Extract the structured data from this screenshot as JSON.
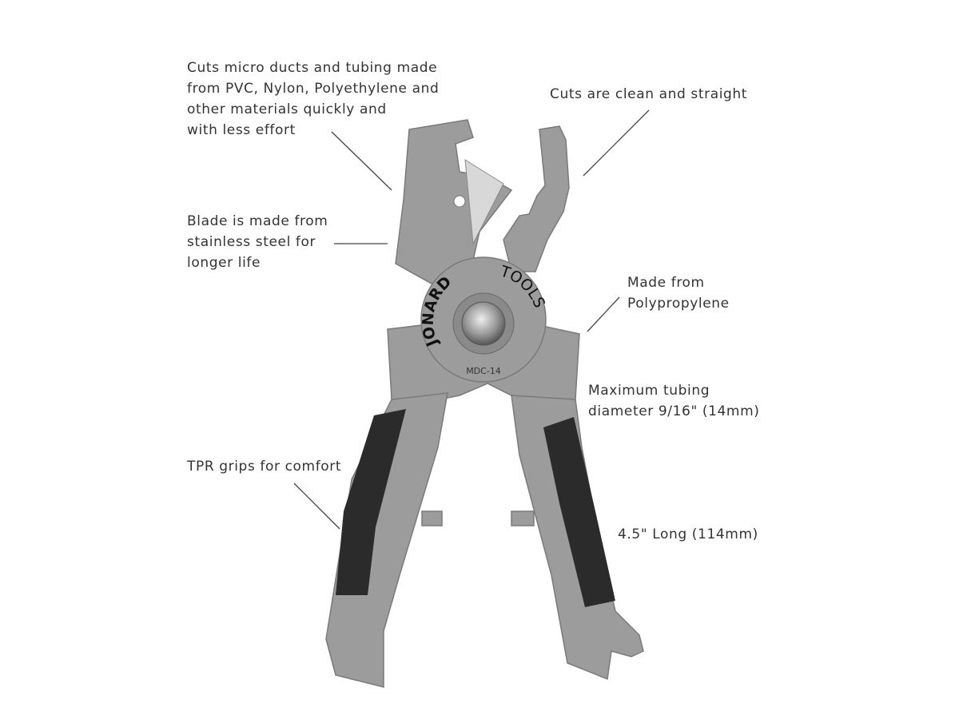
{
  "product": {
    "brand_logo": "JONARDTOOLS",
    "model": "MDC-14",
    "colors": {
      "body": "#9c9c9c",
      "grip": "#2b2b2b",
      "text": "#333333"
    }
  },
  "annotations": {
    "cuts": [
      "Cuts micro ducts and tubing made",
      "from PVC, Nylon, Polyethylene and",
      "other materials quickly and",
      "with less effort"
    ],
    "clean": [
      "Cuts are clean and straight"
    ],
    "blade": [
      "Blade is made from",
      "stainless steel for",
      "longer life"
    ],
    "material": [
      "Made from",
      "Polypropylene"
    ],
    "diameter": [
      "Maximum tubing",
      "diameter 9/16\" (14mm)"
    ],
    "grips": [
      "TPR grips for comfort"
    ],
    "length": [
      "4.5\" Long (114mm)"
    ]
  }
}
